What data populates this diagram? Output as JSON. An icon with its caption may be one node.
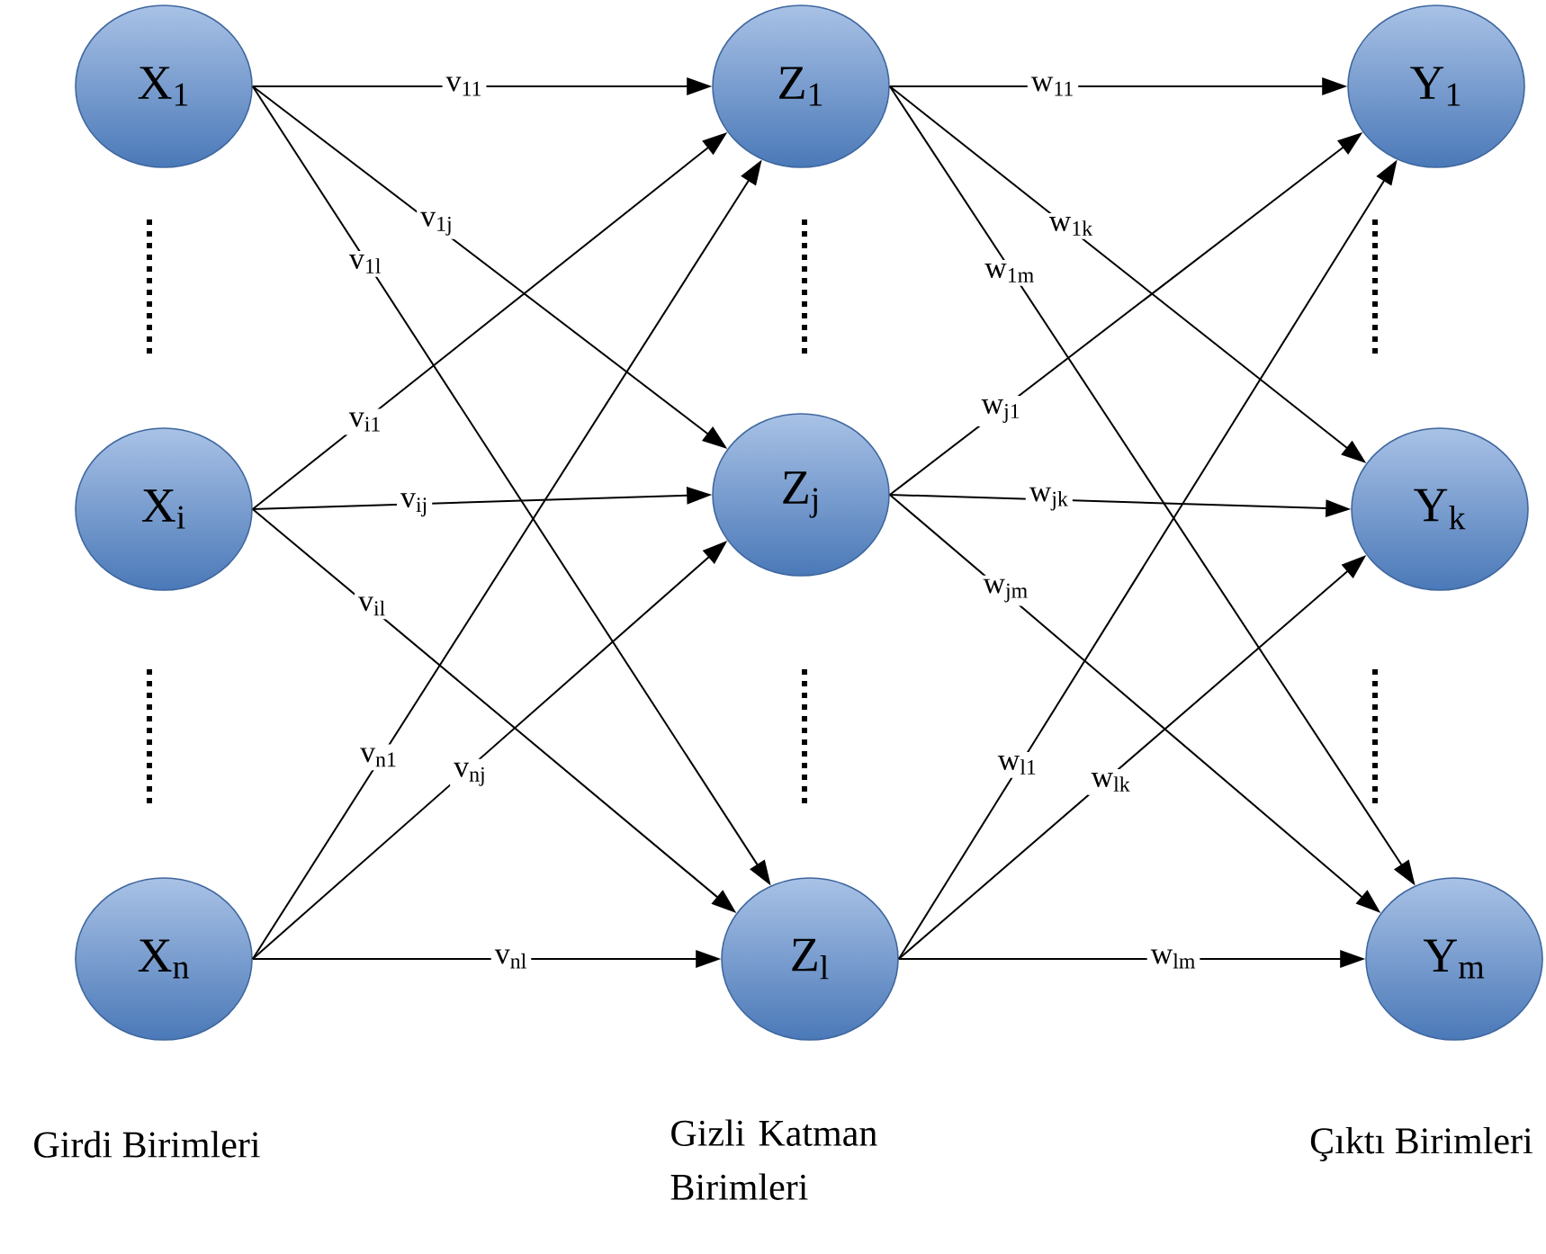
{
  "diagram": {
    "nodes": [
      {
        "text": [
          "X$_{1}$"
        ]
      },
      {
        "text": [
          "X$_{i}$"
        ]
      },
      {
        "text": [
          "X$_{n}$"
        ]
      },
      {
        "text": [
          "Z$_{1}$"
        ]
      },
      {
        "text": [
          "Z$_{j}$"
        ]
      },
      {
        "text": [
          "Z$_{l}$"
        ]
      },
      {
        "text": [
          "Y$_{1}$"
        ]
      },
      {
        "text": [
          "Y$_{k}$"
        ]
      },
      {
        "text": [
          "Y$_{m}$"
        ]
      }
    ],
    "edges": [
      {
        "from": 0,
        "to": 3,
        "arrow": "to",
        "label": "v$_{11}$"
      },
      {
        "from": 0,
        "to": 4,
        "arrow": "to",
        "label": "v$_{1j}$"
      },
      {
        "from": 0,
        "to": 5,
        "arrow": "to",
        "label": "v$_{1l}$"
      },
      {
        "from": 1,
        "to": 3,
        "arrow": "to",
        "label": "v$_{i1}$"
      },
      {
        "from": 1,
        "to": 4,
        "arrow": "to",
        "label": "v$_{ij}$"
      },
      {
        "from": 1,
        "to": 5,
        "arrow": "to",
        "label": "v$_{il}$"
      },
      {
        "from": 2,
        "to": 3,
        "arrow": "to",
        "label": "v$_{n1}$"
      },
      {
        "from": 2,
        "to": 4,
        "arrow": "to",
        "label": "v$_{nj}$"
      },
      {
        "from": 2,
        "to": 5,
        "arrow": "to",
        "label": "v$_{nl}$"
      },
      {
        "from": 3,
        "to": 6,
        "arrow": "to",
        "label": "w$_{11}$"
      },
      {
        "from": 3,
        "to": 7,
        "arrow": "to",
        "label": "w$_{1k}$"
      },
      {
        "from": 3,
        "to": 8,
        "arrow": "to",
        "label": "w$_{1m}$"
      },
      {
        "from": 4,
        "to": 6,
        "arrow": "to",
        "label": "w$_{j1}$"
      },
      {
        "from": 4,
        "to": 7,
        "arrow": "to",
        "label": "w$_{jk}$"
      },
      {
        "from": 4,
        "to": 8,
        "arrow": "to",
        "label": "w$_{jm}$"
      },
      {
        "from": 5,
        "to": 6,
        "arrow": "to",
        "label": "w$_{l1}$"
      },
      {
        "from": 5,
        "to": 7,
        "arrow": "to",
        "label": "w$_{lk}$"
      },
      {
        "from": 5,
        "to": 8,
        "arrow": "to",
        "label": "w$_{lm}$"
      }
    ],
    "labels": [
      "Girdi Birimleri",
      "Gizli Katman Birimleri",
      "Çıktı Birimleri"
    ]
  }
}
